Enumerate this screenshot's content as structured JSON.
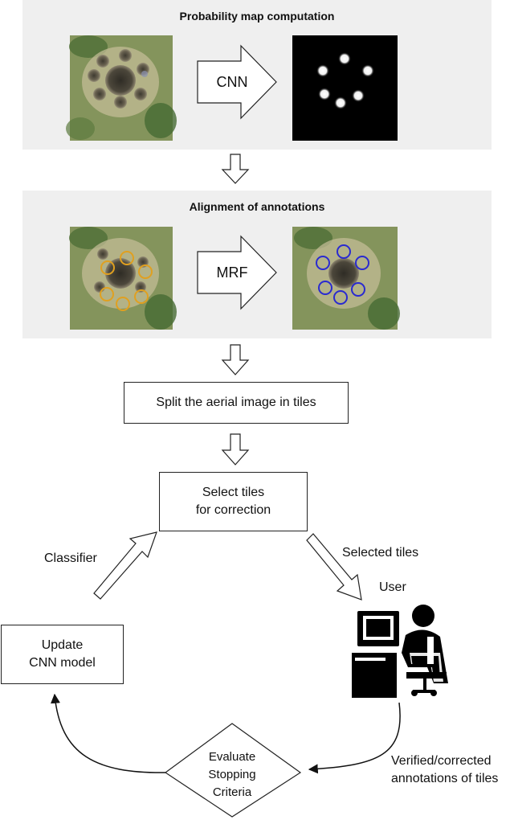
{
  "panels": {
    "probability": {
      "title": "Probability map computation",
      "arrow_label": "CNN"
    },
    "alignment": {
      "title": "Alignment of annotations",
      "arrow_label": "MRF"
    }
  },
  "steps": {
    "split": "Split the aerial image in tiles",
    "select_line1": "Select tiles",
    "select_line2": "for correction",
    "update_line1": "Update",
    "update_line2": "CNN model",
    "evaluate_line1": "Evaluate",
    "evaluate_line2": "Stopping",
    "evaluate_line3": "Criteria"
  },
  "labels": {
    "classifier": "Classifier",
    "selected_tiles": "Selected tiles",
    "user": "User",
    "verified_line1": "Verified/corrected",
    "verified_line2": "annotations of tiles"
  },
  "icons": {
    "user": "user-at-computer-icon"
  },
  "colors": {
    "panel_bg": "#efefef",
    "predicted_circle": "#e0a020",
    "aligned_circle": "#2a2ad0",
    "outline": "#222222"
  }
}
